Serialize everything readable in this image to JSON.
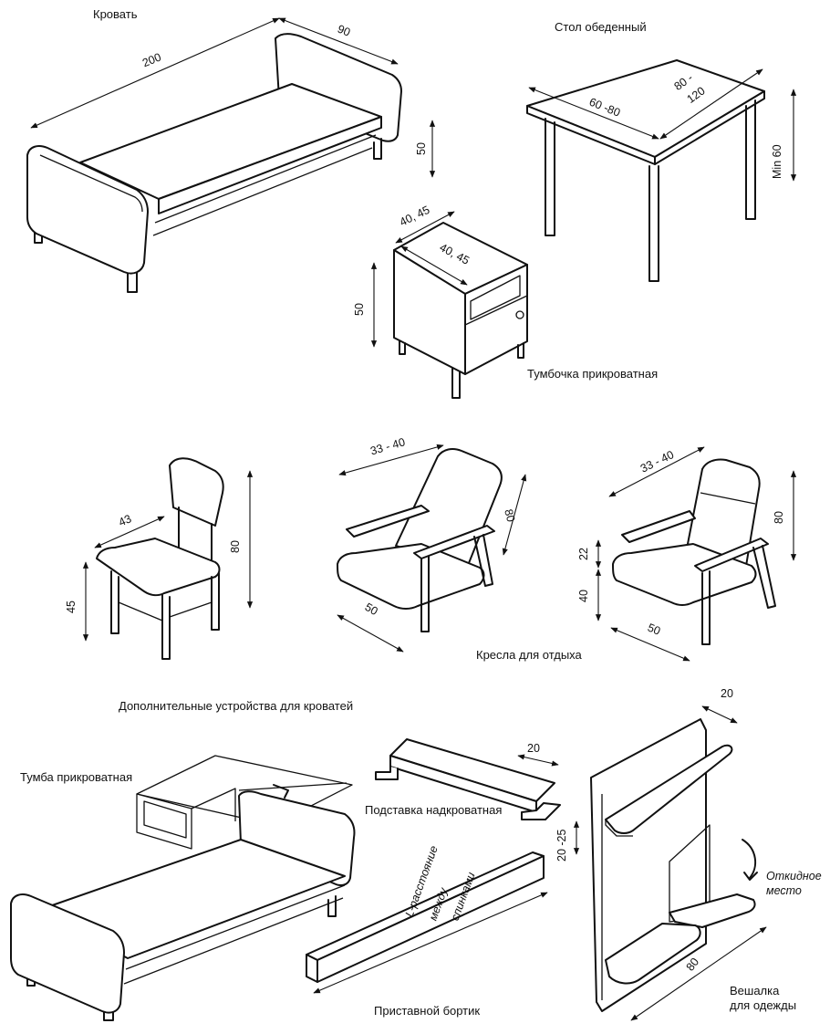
{
  "labels": {
    "bed": "Кровать",
    "table": "Стол обеденный",
    "nightstand": "Тумбочка прикроватная",
    "armchairs": "Кресла для отдыха",
    "accessories": "Дополнительные устройства для кроватей",
    "bed_cabinet": "Тумба прикроватная",
    "over_bed_stand": "Подставка надкроватная",
    "side_board": "Приставной бортик",
    "hanger_line1": "Вешалка",
    "hanger_line2": "для одежды",
    "fold_seat_line1": "Откидное",
    "fold_seat_line2": "место",
    "board_note_line1": "L-расстояние",
    "board_note_line2": "между",
    "board_note_line3": "спинками"
  },
  "dimensions": {
    "bed_length": "200",
    "bed_width": "90",
    "bed_height": "50",
    "table_width": "60 -80",
    "table_length_top": "80 -",
    "table_length_bottom": "120",
    "table_height": "Min 60",
    "stand_width": "40, 45",
    "stand_depth": "40, 45",
    "stand_height": "50",
    "chair_width": "43",
    "chair_seat_height": "45",
    "chair_height": "80",
    "armchair1_width": "33 - 40",
    "armchair1_height": "80",
    "armchair1_depth": "50",
    "armchair2_width": "33 - 40",
    "armchair2_height": "80",
    "armchair2_arm": "22",
    "armchair2_seat": "40",
    "armchair2_depth": "50",
    "over_bed_width": "20",
    "side_board_height": "20 -25",
    "hanger_shelf": "20",
    "hanger_length": "80"
  },
  "icons": [
    "dimension-arrow",
    "fold-arrow-icon"
  ]
}
